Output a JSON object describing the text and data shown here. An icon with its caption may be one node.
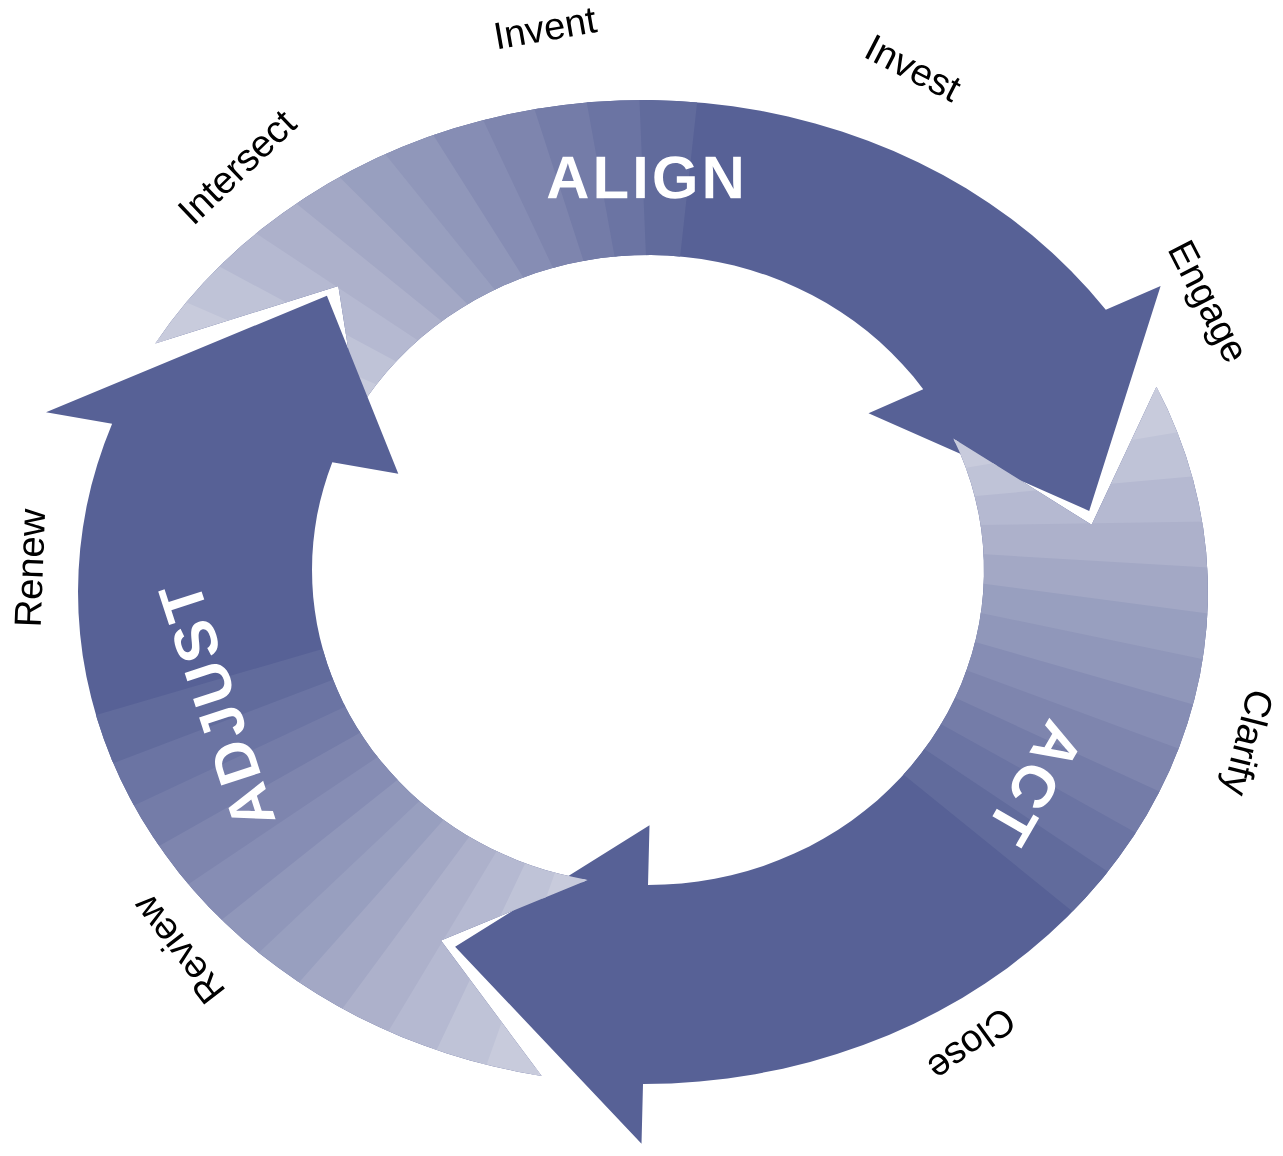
{
  "diagram": {
    "nodes": [
      {
        "text": [
          "ALIGN"
        ]
      },
      {
        "text": [
          "ACT"
        ]
      },
      {
        "text": [
          "ADJUST"
        ]
      }
    ],
    "labels": [
      "Invent",
      "Invest",
      "Intersect",
      "Engage",
      "Renew",
      "Clarify",
      "Review",
      "Close"
    ]
  }
}
